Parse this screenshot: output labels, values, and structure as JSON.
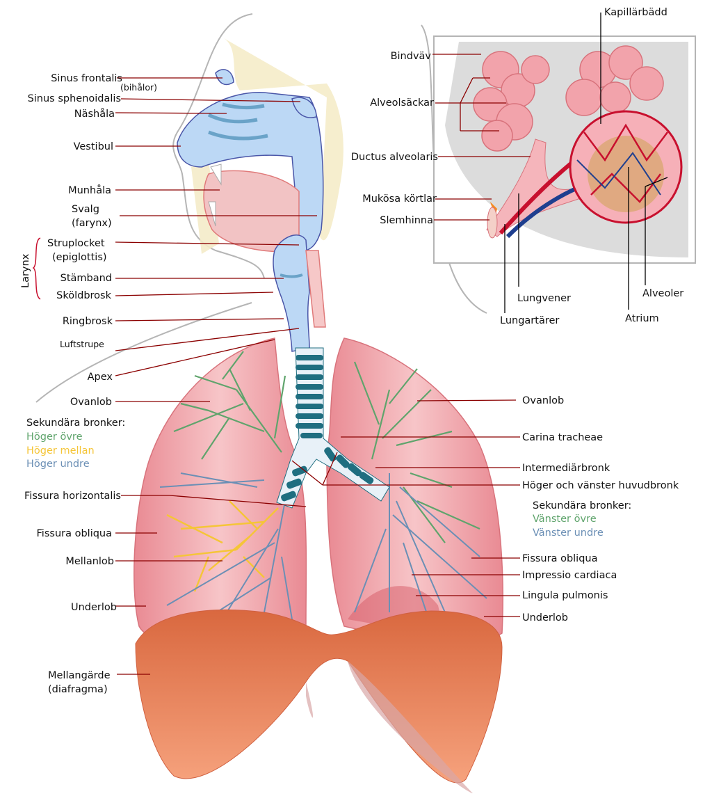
{
  "labels": {
    "sinus_frontalis": "Sinus frontalis",
    "bihalor": "(bihålor)",
    "sinus_sphenoidalis": "Sinus sphenoidalis",
    "nashala": "Näshåla",
    "vestibul": "Vestibul",
    "munhala": "Munhåla",
    "svalg": "Svalg",
    "farynx": "(farynx)",
    "larynx": "Larynx",
    "struplocket": "Struplocket",
    "epiglottis": "(epiglottis)",
    "stamband": "Stämband",
    "skoldbrosk": "Sköldbrosk",
    "ringbrosk": "Ringbrosk",
    "luftstrupe": "Luftstrupe",
    "apex": "Apex",
    "ovanlob_left": "Ovanlob",
    "sek_bronker_left": "Sekundära bronker:",
    "hoger_ovre": "Höger övre",
    "hoger_mellan": "Höger mellan",
    "hoger_undre": "Höger undre",
    "fissura_horizontalis": "Fissura horizontalis",
    "fissura_obliqua_left": "Fissura obliqua",
    "mellanlob": "Mellanlob",
    "underlob_left": "Underlob",
    "mellangarde": "Mellangärde",
    "diafragma": "(diafragma)",
    "bindvav": "Bindväv",
    "alveolsackar": "Alveolsäckar",
    "ductus_alveolaris": "Ductus alveolaris",
    "mukosa_kortlar": "Mukösa körtlar",
    "slemhinna": "Slemhinna",
    "kapillarbadd": "Kapillärbädd",
    "lungvener": "Lungvener",
    "lungartarer": "Lungartärer",
    "alveoler": "Alveoler",
    "atrium": "Atrium",
    "ovanlob_right": "Ovanlob",
    "carina_tracheae": "Carina tracheae",
    "intermediarbronk": "Intermediärbronk",
    "huvudbronk": "Höger och vänster huvudbronk",
    "sek_bronker_right": "Sekundära bronker:",
    "vanster_ovre": "Vänster övre",
    "vanster_undre": "Vänster undre",
    "fissura_obliqua_right": "Fissura obliqua",
    "impressio_cardiaca": "Impressio cardiaca",
    "lingula_pulmonis": "Lingula pulmonis",
    "underlob_right": "Underlob"
  },
  "colors": {
    "leader_line": "#8b0000",
    "lung_pink": "#f0a3a8",
    "airway_blue": "#bcd8f5",
    "trachea_ring": "#1f6e80",
    "diaphragm": "#e8805a",
    "bronchi_upper": "#5fa46c",
    "bronchi_middle": "#f5c537",
    "bronchi_lower": "#6b8fb5"
  }
}
